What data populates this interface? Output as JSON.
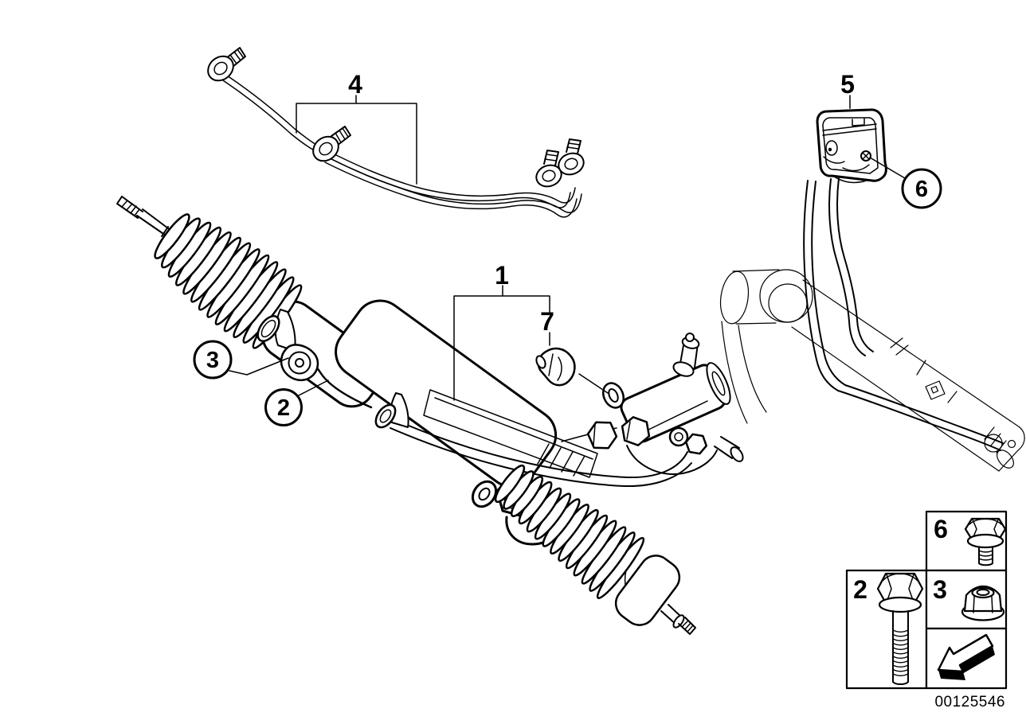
{
  "diagram": {
    "part_number": "00125546",
    "colors": {
      "line": "#000000",
      "background": "#ffffff"
    },
    "callouts": {
      "c1": "1",
      "c2": "2",
      "c3": "3",
      "c4": "4",
      "c5": "5",
      "c6": "6",
      "c7": "7"
    },
    "fastener_table": {
      "cells": [
        {
          "label": "6",
          "icon": "flange-bolt-short-icon"
        },
        {
          "label": "2",
          "icon": "flange-bolt-long-icon"
        },
        {
          "label": "3",
          "icon": "flange-lock-nut-icon"
        },
        {
          "label": "",
          "icon": "direction-arrow-icon"
        }
      ]
    }
  }
}
